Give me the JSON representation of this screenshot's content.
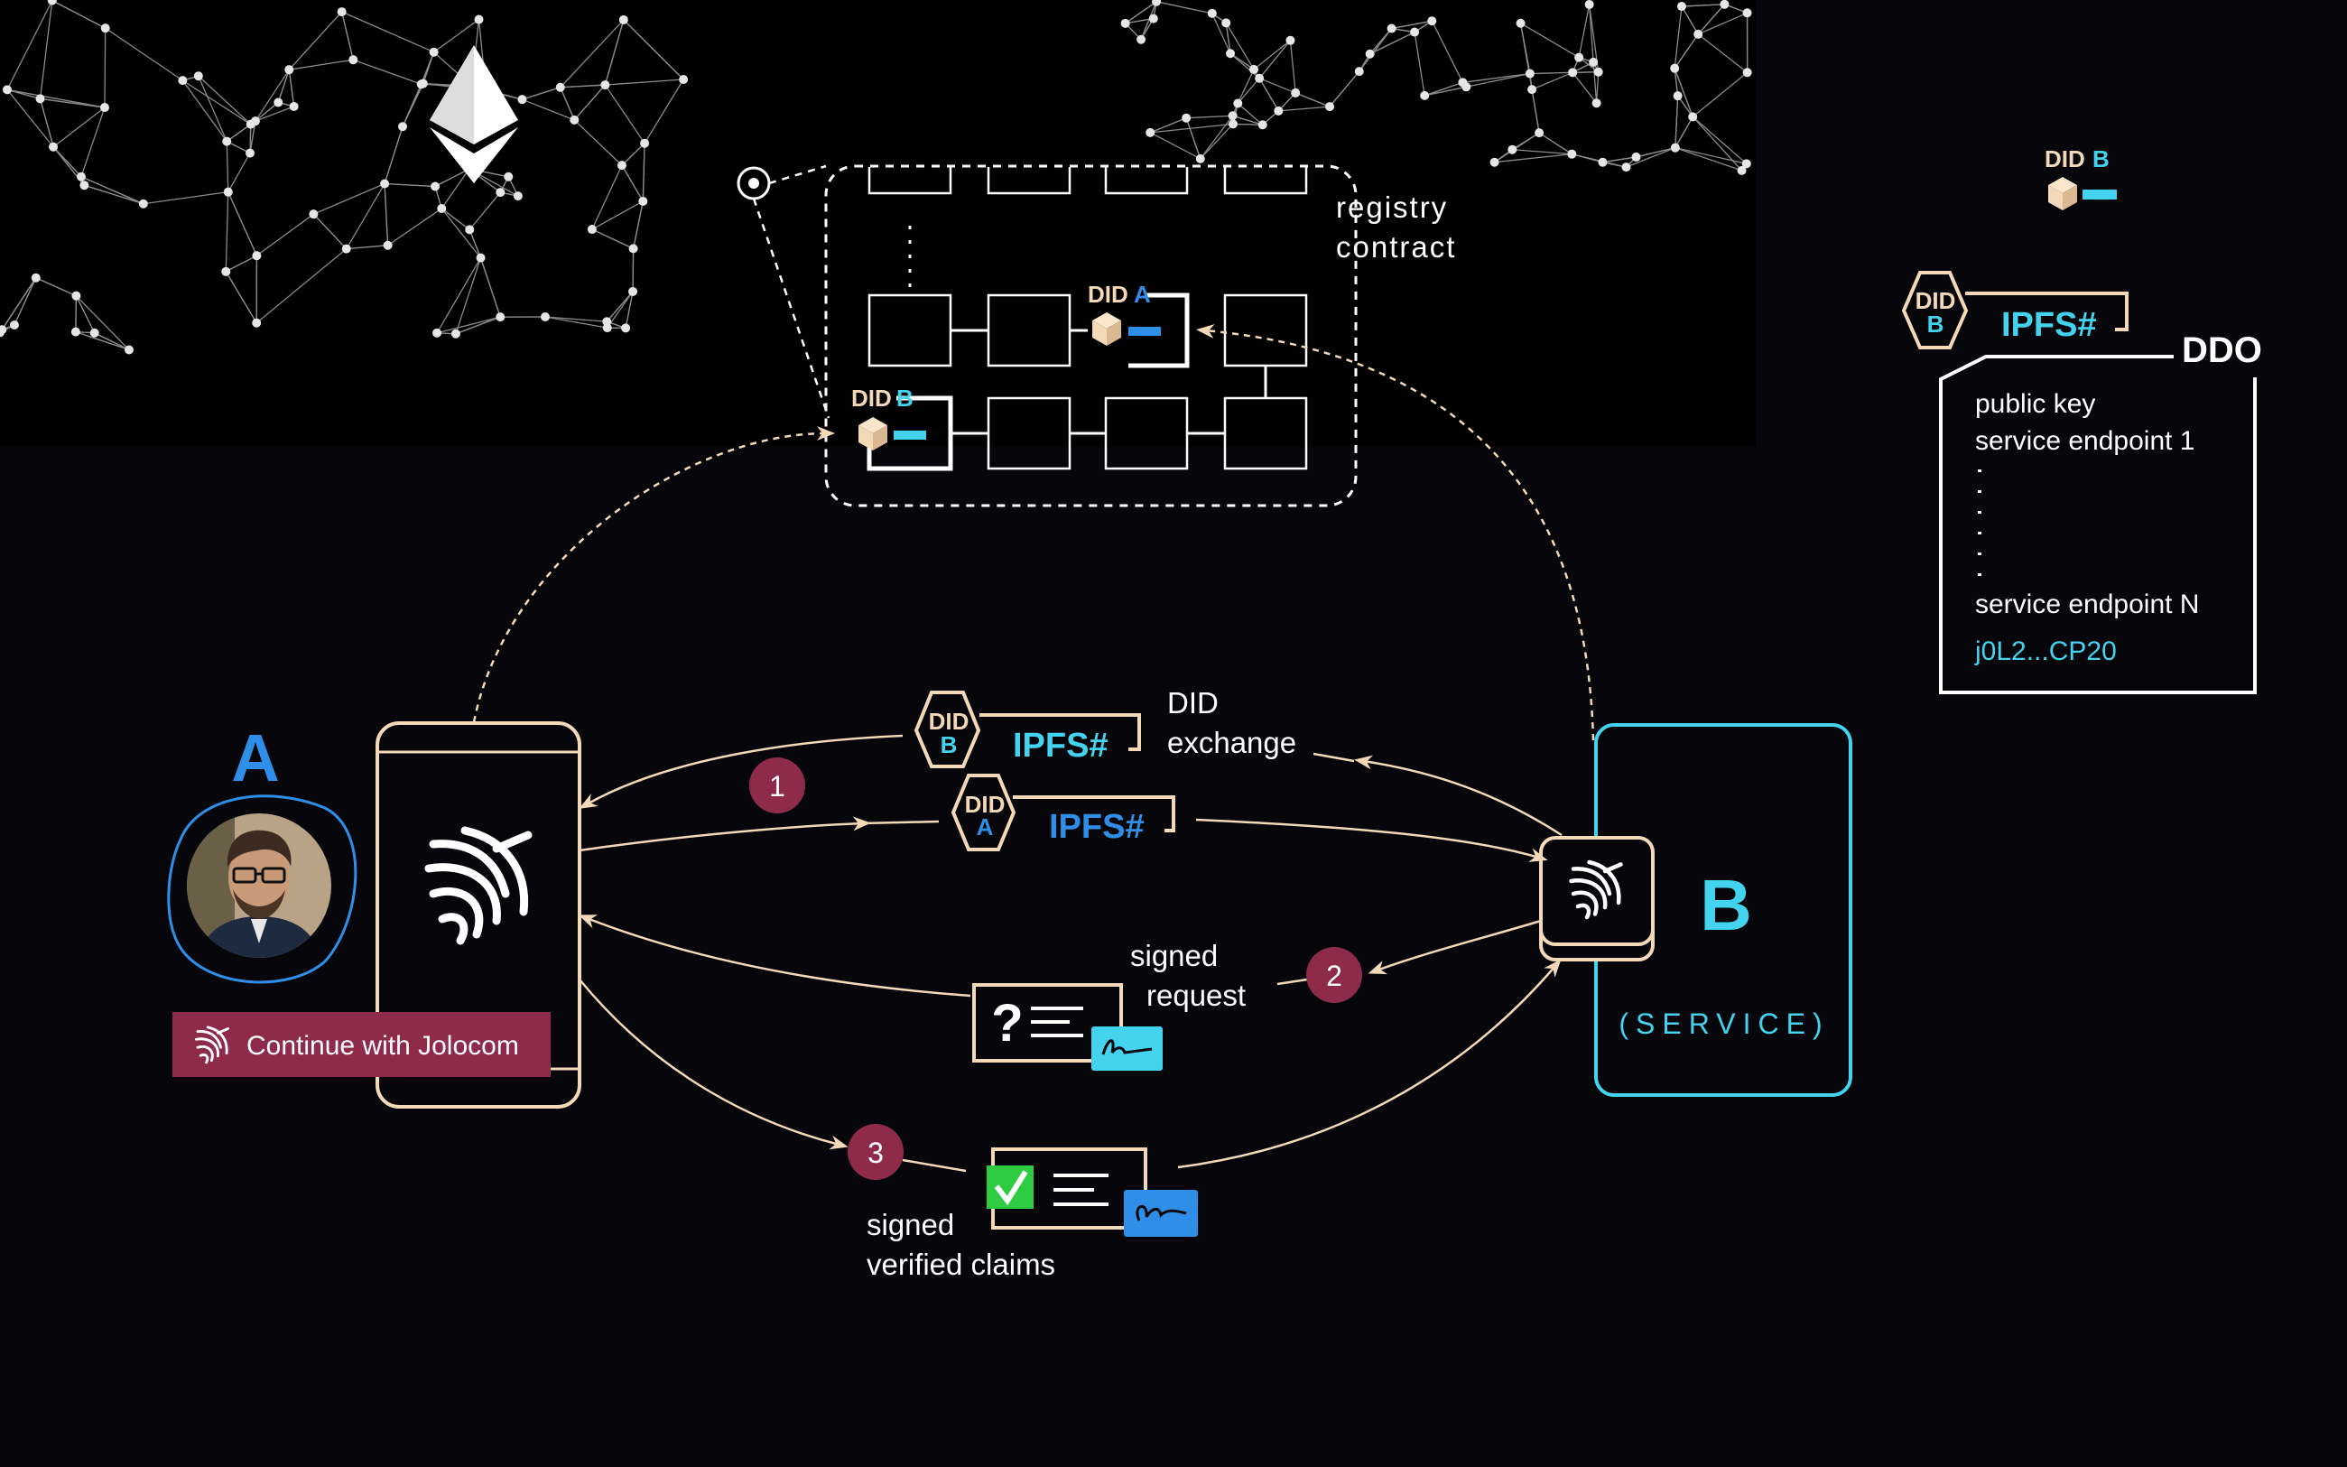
{
  "colors": {
    "background": "#07070b",
    "cream": "#f3d9b8",
    "cyan": "#43d3ee",
    "blue": "#2f8fe8",
    "maroon": "#8e2b4a",
    "white": "#ffffff"
  },
  "icons": [
    "ethereum-icon",
    "jolocom-logo-icon",
    "cube-icon",
    "check-icon",
    "signature-icon",
    "question-icon"
  ],
  "registry": {
    "title_line1": "registry",
    "title_line2": "contract",
    "did_a_prefix": "DID",
    "did_a_letter": "A",
    "did_b_prefix": "DID",
    "did_b_letter": "B"
  },
  "party_a": {
    "letter": "A",
    "cta_label": "Continue with Jolocom"
  },
  "party_b": {
    "letter": "B",
    "role": "(SERVICE)"
  },
  "exchange": {
    "label_line1": "DID",
    "label_line2": "exchange",
    "hex_b_top": "DID",
    "hex_b_bottom": "B",
    "ipfs_b": "IPFS#",
    "hex_a_top": "DID",
    "hex_a_bottom": "A",
    "ipfs_a": "IPFS#"
  },
  "steps": {
    "step1": "1",
    "step2": "2",
    "step3": "3",
    "request_line1": "signed",
    "request_line2": "request",
    "request_glyph": "?",
    "claims_line1": "signed",
    "claims_line2": "verified claims"
  },
  "ddo_panel": {
    "legend_prefix": "DID",
    "legend_letter": "B",
    "hex_top": "DID",
    "hex_bottom": "B",
    "ipfs": "IPFS#",
    "title": "DDO",
    "line1": "public key",
    "line2": "service endpoint 1",
    "line3": "service endpoint N",
    "hash": "j0L2...CP20"
  }
}
